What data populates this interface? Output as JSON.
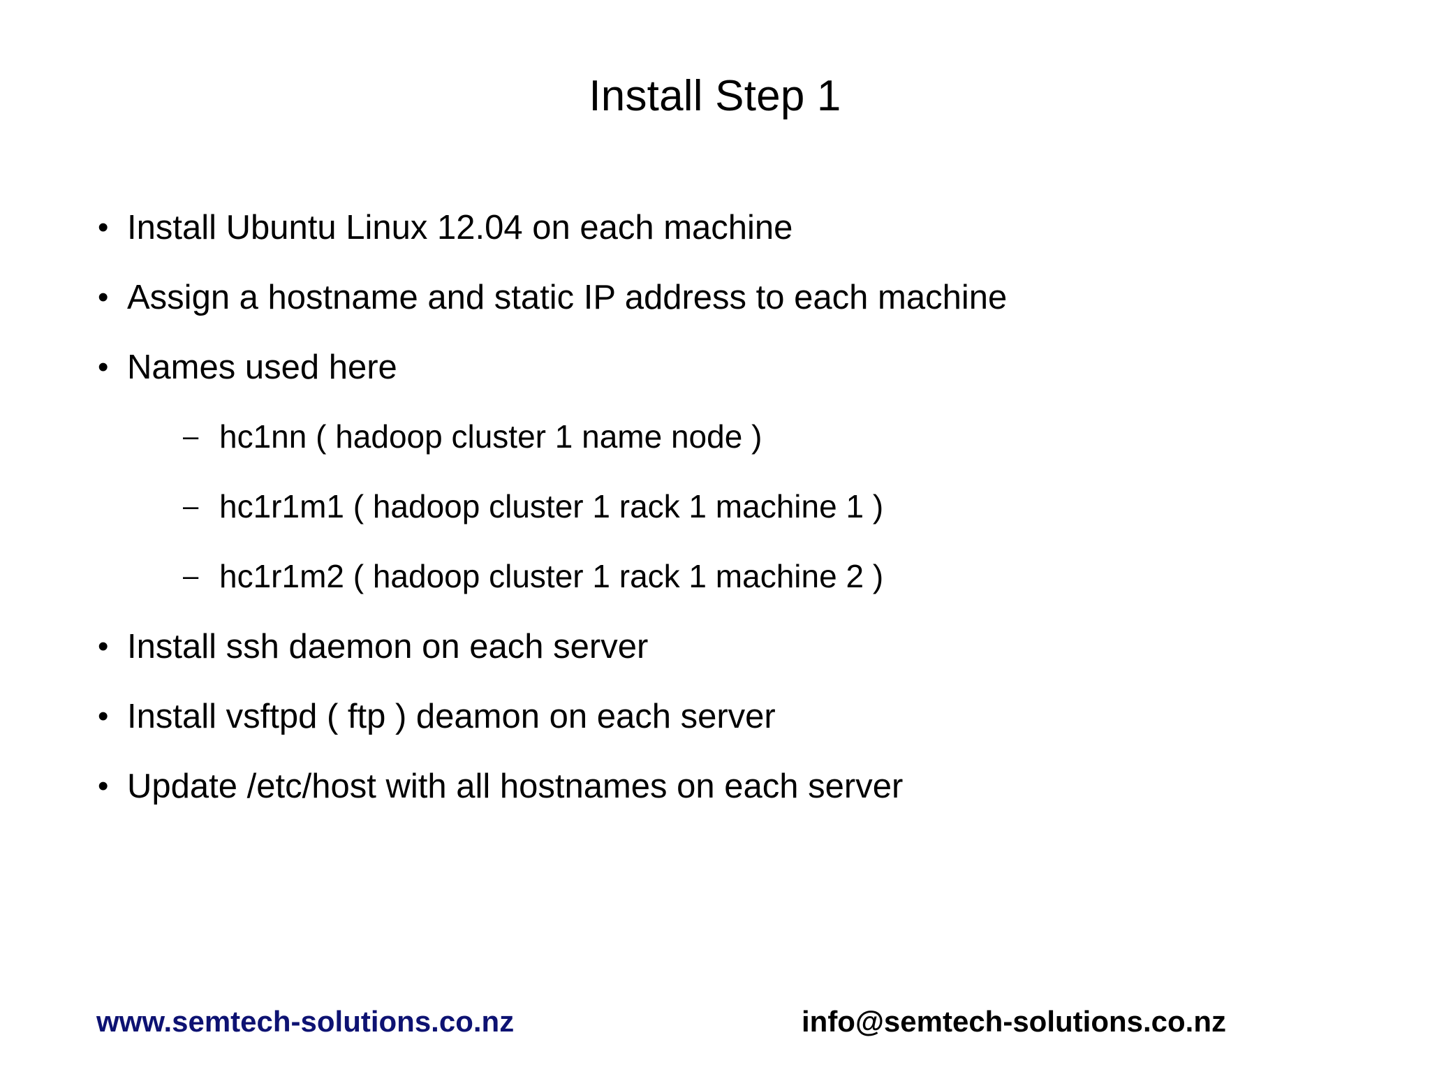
{
  "slide": {
    "title": "Install Step 1",
    "bullet_marker": "•",
    "sub_marker": "–",
    "bullets": [
      {
        "text": "Install Ubuntu Linux 12.04 on each machine"
      },
      {
        "text": "Assign a hostname and static IP address to each machine"
      },
      {
        "text": "Names used here"
      },
      {
        "text": "Install ssh daemon on each server"
      },
      {
        "text": "Install vsftpd ( ftp ) deamon on each server"
      },
      {
        "text": "Update /etc/host with all hostnames on each server"
      }
    ],
    "sub_bullets": [
      {
        "text": "hc1nn ( hadoop cluster 1 name node )"
      },
      {
        "text": "hc1r1m1 ( hadoop cluster 1 rack 1 machine 1 )"
      },
      {
        "text": "hc1r1m2 ( hadoop cluster 1 rack 1 machine 2 )"
      }
    ]
  },
  "footer": {
    "url": "www.semtech-solutions.co.nz",
    "email": "info@semtech-solutions.co.nz",
    "url_color": "#0d1272",
    "email_color": "#000000"
  }
}
